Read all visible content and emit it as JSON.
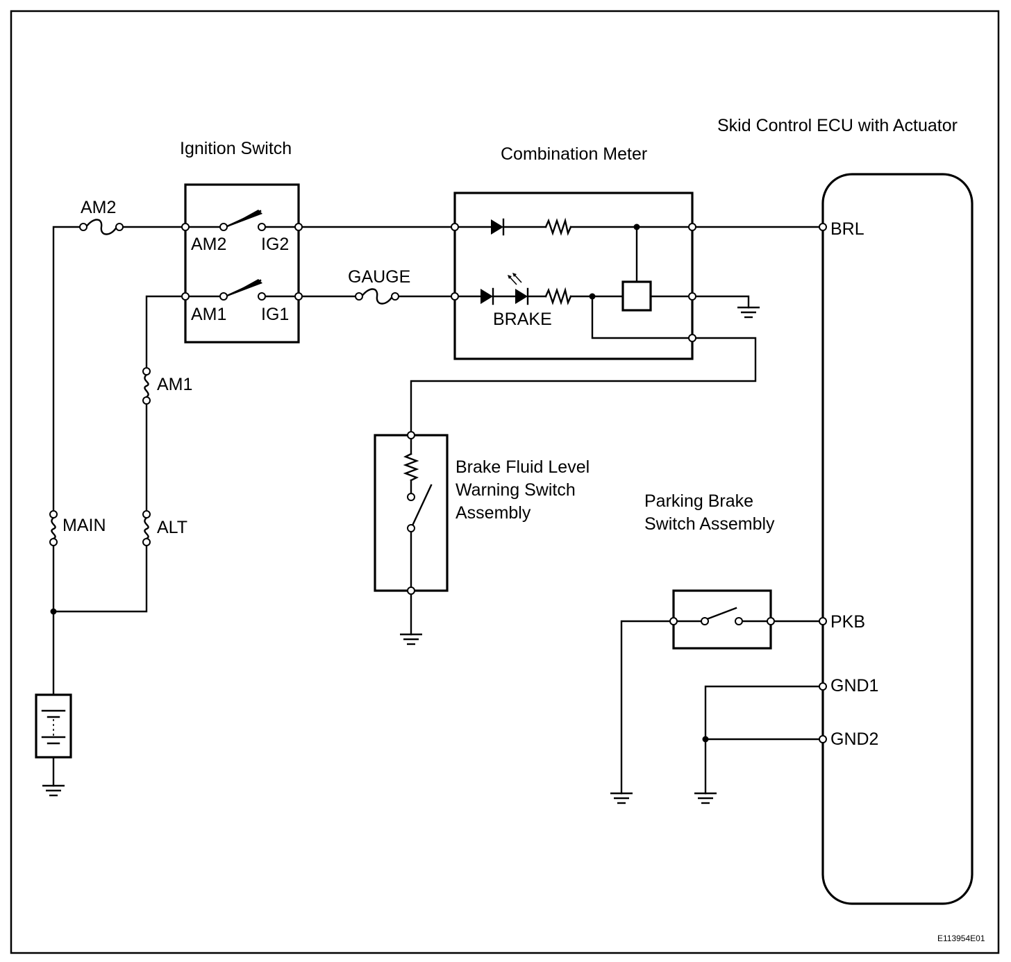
{
  "components": {
    "ignition_switch": "Ignition Switch",
    "combination_meter": "Combination Meter",
    "skid_control_ecu": "Skid Control ECU with Actuator",
    "brake_fluid_switch": [
      "Brake Fluid Level",
      "Warning Switch",
      "Assembly"
    ],
    "parking_brake_switch": [
      "Parking Brake",
      "Switch Assembly"
    ]
  },
  "fuses": {
    "am2": "AM2",
    "am1": "AM1",
    "gauge": "GAUGE",
    "main": "MAIN",
    "alt": "ALT"
  },
  "ignition_terminals": {
    "am2": "AM2",
    "ig2": "IG2",
    "am1": "AM1",
    "ig1": "IG1"
  },
  "meter_labels": {
    "brake": "BRAKE"
  },
  "ecu_terminals": {
    "brl": "BRL",
    "pkb": "PKB",
    "gnd1": "GND1",
    "gnd2": "GND2"
  },
  "figure_code": "E113954E01"
}
